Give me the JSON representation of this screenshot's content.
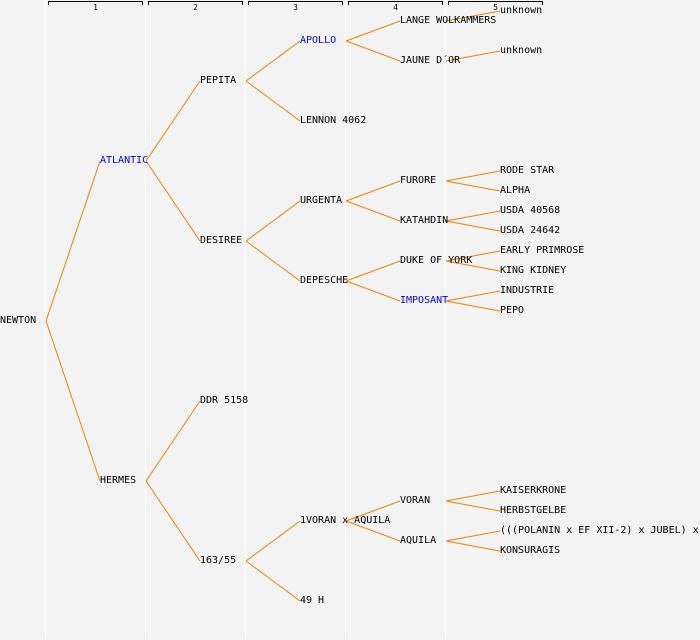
{
  "colors": {
    "background": "#f3f3f3",
    "divider": "#ffffff",
    "link": "#f08000",
    "text": "#000000",
    "highlight": "#0000ff"
  },
  "generations": [
    "1",
    "2",
    "3",
    "4",
    "5"
  ],
  "pedigree": {
    "name": "NEWTON",
    "children": [
      {
        "name": "ATLANTIC",
        "highlight": true,
        "children": [
          {
            "name": "PEPITA",
            "children": [
              {
                "name": "APOLLO",
                "highlight": true,
                "children": [
                  {
                    "name": "LANGE WOLKAMMERS",
                    "children": [
                      {
                        "name": "unknown"
                      }
                    ]
                  },
                  {
                    "name": "JAUNE D´OR",
                    "children": [
                      {
                        "name": "unknown"
                      }
                    ]
                  }
                ]
              },
              {
                "name": "LENNON 4062"
              }
            ]
          },
          {
            "name": "DESIREE",
            "children": [
              {
                "name": "URGENTA",
                "children": [
                  {
                    "name": "FURORE",
                    "children": [
                      {
                        "name": "RODE STAR"
                      },
                      {
                        "name": "ALPHA"
                      }
                    ]
                  },
                  {
                    "name": "KATAHDIN",
                    "children": [
                      {
                        "name": "USDA 40568"
                      },
                      {
                        "name": "USDA 24642"
                      }
                    ]
                  }
                ]
              },
              {
                "name": "DEPESCHE",
                "children": [
                  {
                    "name": "DUKE OF YORK",
                    "children": [
                      {
                        "name": "EARLY PRIMROSE"
                      },
                      {
                        "name": "KING KIDNEY"
                      }
                    ]
                  },
                  {
                    "name": "IMPOSANT",
                    "highlight": true,
                    "children": [
                      {
                        "name": "INDUSTRIE"
                      },
                      {
                        "name": "PEPO"
                      }
                    ]
                  }
                ]
              }
            ]
          }
        ]
      },
      {
        "name": "HERMES",
        "children": [
          {
            "name": "DDR 5158"
          },
          {
            "name": "163/55",
            "children": [
              {
                "name": "1VORAN x AQUILA",
                "children": [
                  {
                    "name": "VORAN",
                    "children": [
                      {
                        "name": "KAISERKRONE"
                      },
                      {
                        "name": "HERBSTGELBE"
                      }
                    ]
                  },
                  {
                    "name": "AQUILA",
                    "children": [
                      {
                        "name": "(((POLANIN x EF XII-2) x JUBEL) x"
                      },
                      {
                        "name": "KONSURAGIS"
                      }
                    ]
                  }
                ]
              },
              {
                "name": "49 H"
              }
            ]
          }
        ]
      }
    ]
  }
}
